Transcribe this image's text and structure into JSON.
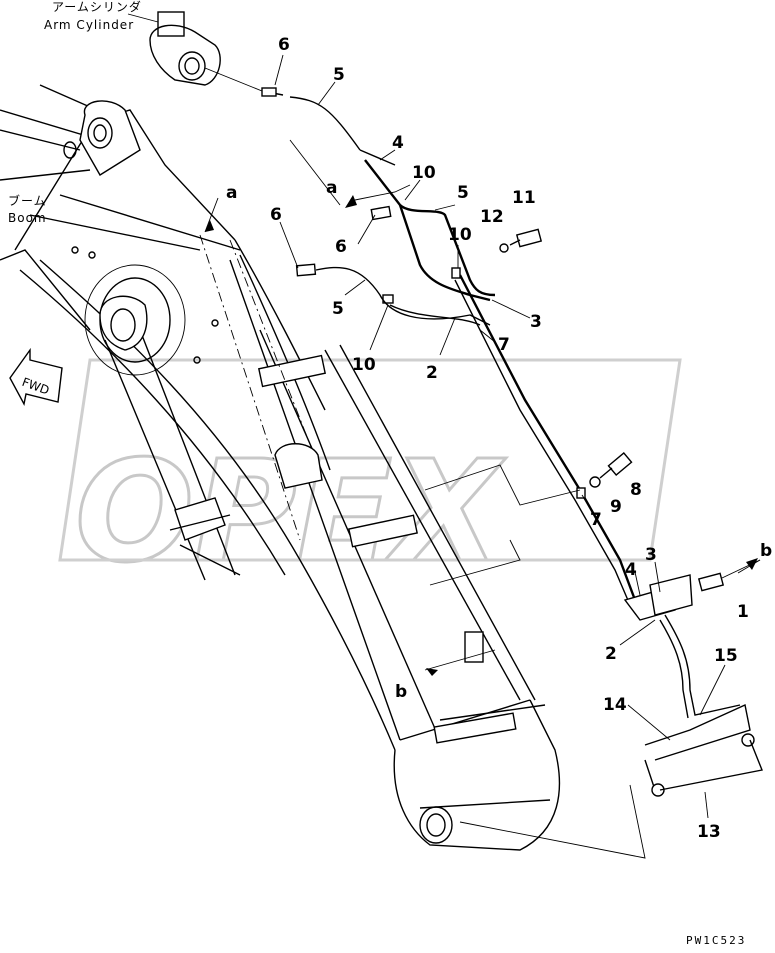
{
  "labels": {
    "arm_cylinder_jp": "アームシリンダ",
    "arm_cylinder_en": "Arm Cylinder",
    "boom_jp": "ブーム",
    "boom_en": "Boom",
    "fwd": "FWD",
    "ref_a_top": "a",
    "ref_a_mid": "a",
    "ref_b_right": "b",
    "ref_b_bottom": "b",
    "drawing_code": "PW1C523",
    "watermark": "OPEX"
  },
  "callouts": [
    "6",
    "5",
    "4",
    "10",
    "5",
    "11",
    "12",
    "6",
    "6",
    "10",
    "5",
    "3",
    "10",
    "2",
    "7",
    "8",
    "9",
    "7",
    "3",
    "4",
    "1",
    "2",
    "15",
    "14",
    "13"
  ]
}
